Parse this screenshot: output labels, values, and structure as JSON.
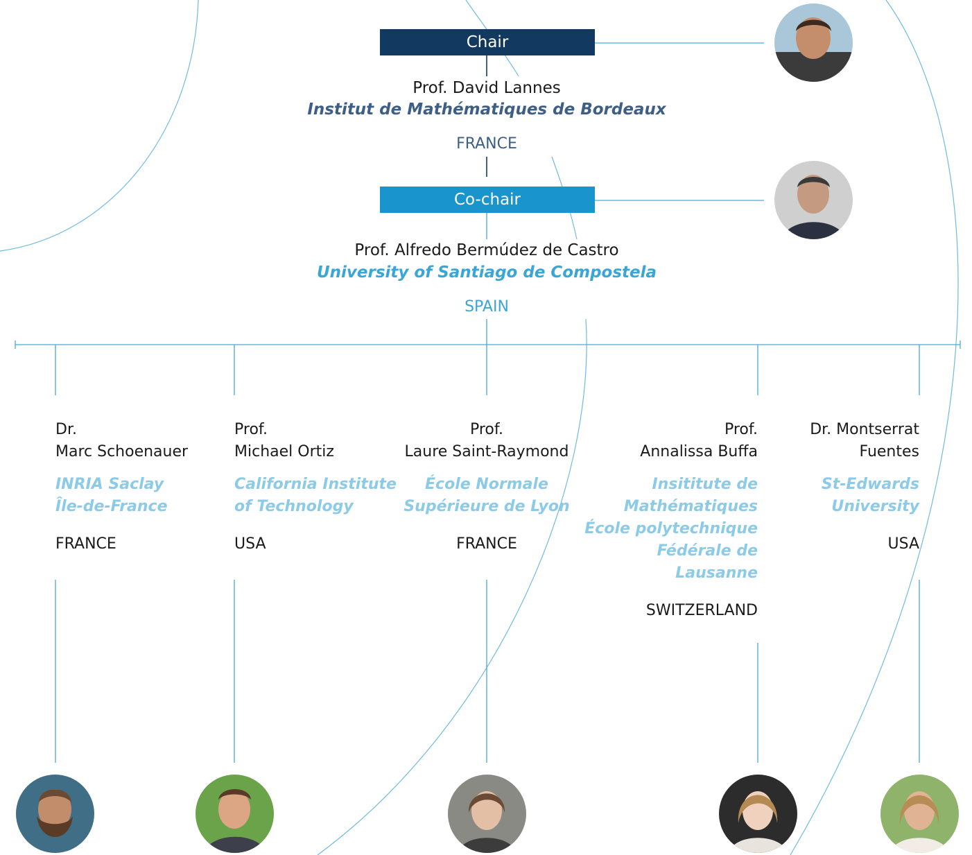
{
  "chair": {
    "role": "Chair",
    "name": "Prof. David Lannes",
    "institution": "Institut de Mathématiques de Bordeaux",
    "country": "FRANCE"
  },
  "cochair": {
    "role": "Co-chair",
    "name": "Prof. Alfredo Bermúdez de Castro",
    "institution": "University of Santiago de Compostela",
    "country": "SPAIN"
  },
  "members": [
    {
      "title": "Dr.",
      "name": "Marc Schoenauer",
      "institution": [
        "INRIA Saclay",
        "Île-de-France"
      ],
      "country": "FRANCE"
    },
    {
      "title": "Prof.",
      "name": "Michael Ortiz",
      "institution": [
        "California Institute",
        "of Technology"
      ],
      "country": "USA"
    },
    {
      "title": "Prof.",
      "name": "Laure Saint-Raymond",
      "institution": [
        "École Normale",
        "Supérieure de Lyon"
      ],
      "country": "FRANCE"
    },
    {
      "title": "Prof.",
      "name": "Annalissa Buffa",
      "institution": [
        "Insititute de",
        "Mathématiques",
        "École polytechnique",
        "Fédérale de",
        "Lausanne"
      ],
      "country": "SWITZERLAND"
    },
    {
      "title": "Dr. Montserrat",
      "name": "Fuentes",
      "institution": [
        "St-Edwards",
        "University"
      ],
      "country": "USA"
    }
  ],
  "colors": {
    "chair_bg": "#12395f",
    "cochair_bg": "#1a94cc",
    "line": "#5cb3dc",
    "institution_light": "#8ccbe8"
  }
}
